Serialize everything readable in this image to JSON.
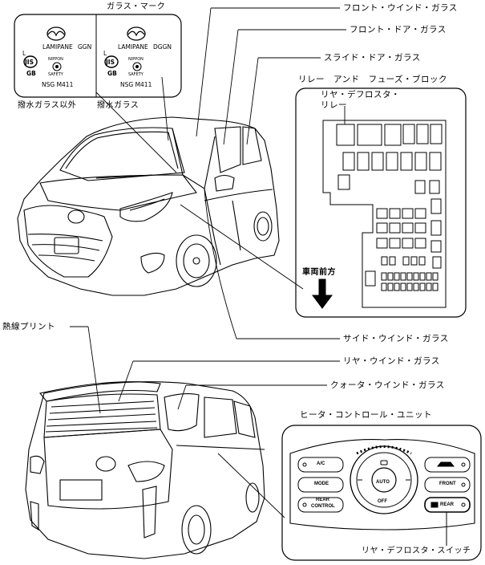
{
  "glass_mark": {
    "title": "ガラス・マーク",
    "left_panel": {
      "brand": "LAMIPANE",
      "code": "GGN",
      "l_mark": "L",
      "jis": "JIS",
      "gb": "GB",
      "nippon_top": "NIPPON",
      "nippon_bottom": "SAFETY",
      "model": "NSG M411",
      "caption": "撥水ガラス以外"
    },
    "right_panel": {
      "brand": "LAMIPANE",
      "code": "DGGN",
      "l_mark": "L",
      "jis": "JIS",
      "gb": "GB",
      "nippon_top": "NIPPON",
      "nippon_bottom": "SAFETY",
      "model": "NSG M411",
      "caption": "撥水ガラス"
    }
  },
  "front_labels": {
    "windshield": "フロント・ウインド・ガラス",
    "front_door": "フロント・ドア・ガラス",
    "slide_door": "スライド・ドア・ガラス",
    "side_window": "サイド・ウインド・ガラス"
  },
  "relay_block": {
    "title": "リレー　アンド　フューズ・ブロック",
    "relay_label_1": "リヤ・デフロスタ・",
    "relay_label_2": "リレー",
    "direction": "車両前方"
  },
  "rear_labels": {
    "heat_print": "熱線プリント",
    "rear_window": "リヤ・ウインド・ガラス",
    "quarter_window": "クォータ・ウインド・ガラス"
  },
  "heater_unit": {
    "title": "ヒータ・コントロール・ユニット",
    "buttons": {
      "ac": "A/C",
      "mode": "MODE",
      "rear_control_1": "REAR",
      "rear_control_2": "CONTROL",
      "auto": "AUTO",
      "off": "OFF",
      "front": "FRONT",
      "rear": "REAR"
    },
    "switch_label": "リヤ・デフロスタ・スイッチ"
  }
}
